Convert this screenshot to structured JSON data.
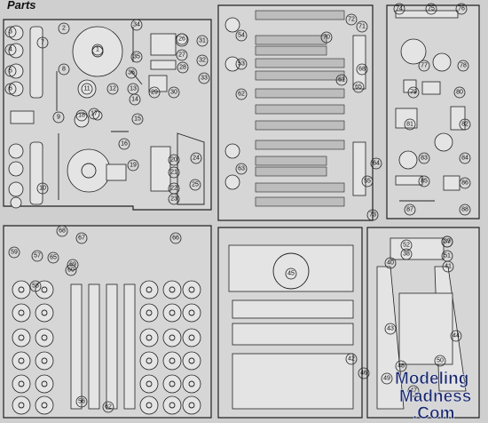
{
  "header": {
    "title": "Parts"
  },
  "watermark": {
    "line1": "Modeling",
    "line2": "Madness",
    "line3": ".Com",
    "color_dark": "#1a2a6c",
    "color_light": "#e8e8f4"
  },
  "sprues": {
    "A": {
      "labels": [
        "1",
        "2",
        "3",
        "4",
        "5",
        "6",
        "7",
        "8",
        "9",
        "10",
        "11",
        "12",
        "13",
        "14",
        "15",
        "16",
        "17",
        "18",
        "19",
        "20",
        "21",
        "22",
        "23",
        "24",
        "25",
        "26",
        "27",
        "28",
        "29",
        "30",
        "31",
        "32",
        "33",
        "34",
        "35",
        "36"
      ]
    },
    "B": {
      "labels": [
        "54",
        "70",
        "71",
        "72",
        "53",
        "61",
        "62",
        "63",
        "64",
        "65",
        "73",
        "55",
        "68"
      ]
    },
    "C": {
      "labels": [
        "74",
        "75",
        "76",
        "77",
        "78",
        "79",
        "80",
        "81",
        "82",
        "83",
        "84",
        "85",
        "86",
        "87",
        "88"
      ]
    },
    "D": {
      "labels": [
        "56",
        "57",
        "58",
        "59",
        "60",
        "62",
        "65",
        "66",
        "67",
        "68",
        "69"
      ]
    },
    "E": {
      "labels": [
        "42",
        "45"
      ]
    },
    "F": {
      "labels": [
        "37",
        "38",
        "39",
        "40",
        "41",
        "43",
        "44",
        "46",
        "47",
        "48",
        "49",
        "50",
        "51",
        "52"
      ]
    }
  }
}
